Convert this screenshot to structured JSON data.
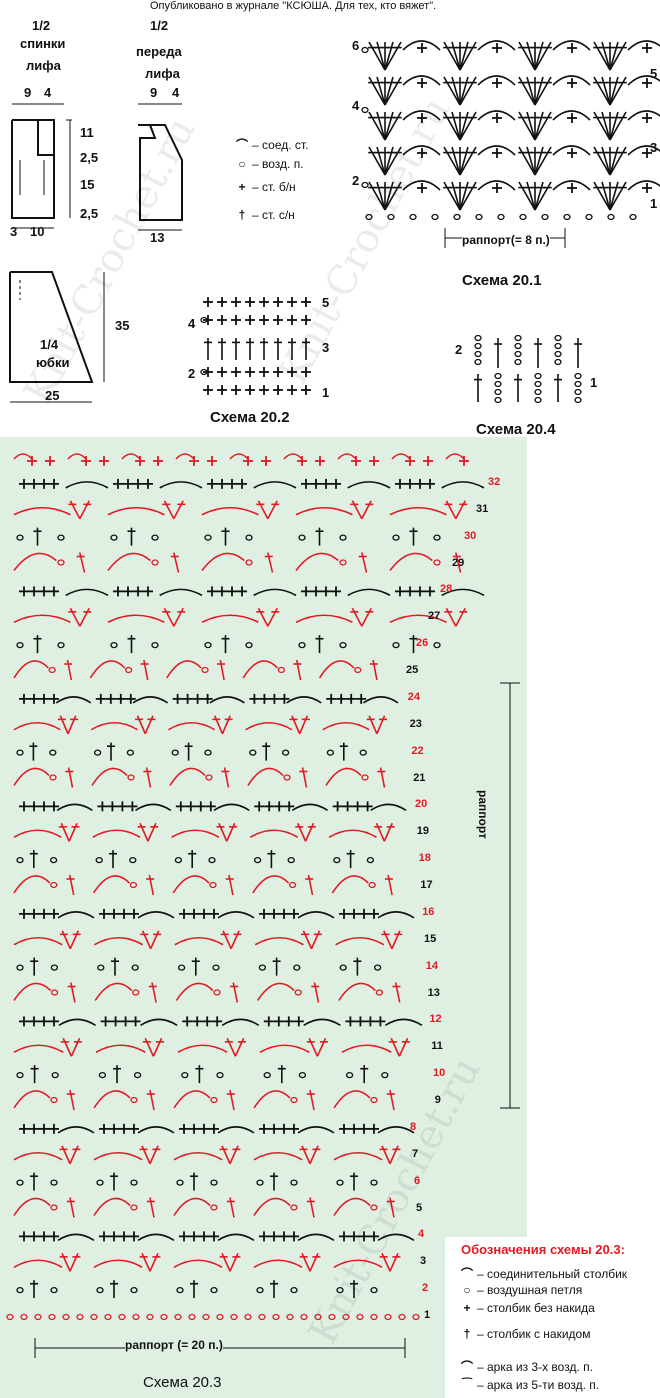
{
  "header": {
    "publication": "Опубликовано в журнале \"КСЮША. Для тех, кто вяжет\"."
  },
  "patterns": {
    "back": {
      "fraction": "1/2",
      "line1": "спинки",
      "line2": "лифа",
      "top_dims": [
        "9",
        "4"
      ],
      "side_dims": [
        "11",
        "2,5",
        "15",
        "2,5"
      ],
      "bottom_dims": [
        "3",
        "10"
      ]
    },
    "front": {
      "fraction": "1/2",
      "line1": "переда",
      "line2": "лифа",
      "top_dims": [
        "9",
        "4"
      ],
      "bottom_dims": [
        "13"
      ]
    },
    "skirt": {
      "fraction": "1/4",
      "line1": "юбки",
      "height": "35",
      "width": "25"
    }
  },
  "small_legend": [
    {
      "symbol": "⌒",
      "text": "– соед. ст."
    },
    {
      "symbol": "○",
      "text": "– возд. п."
    },
    {
      "symbol": "+",
      "text": "– ст. б/н"
    },
    {
      "symbol": "†",
      "text": "– ст. с/н"
    }
  ],
  "scheme_20_1": {
    "title": "Схема 20.1",
    "repeat": "раппорт(= 8 п.)",
    "row_numbers_left": [
      "6",
      "4",
      "2"
    ],
    "row_numbers_right": [
      "5",
      "3",
      "1"
    ]
  },
  "scheme_20_2": {
    "title": "Схема 20.2",
    "row_numbers_left": [
      "4",
      "2"
    ],
    "row_numbers_right": [
      "5",
      "3",
      "1"
    ]
  },
  "scheme_20_4": {
    "title": "Схема 20.4",
    "row_numbers_left": [
      "2"
    ],
    "row_numbers_right": [
      "1"
    ]
  },
  "scheme_20_3": {
    "title": "Схема 20.3",
    "repeat_bottom": "раппорт (= 20 п.)",
    "repeat_side": "раппорт",
    "rows": [
      "1",
      "2",
      "3",
      "4",
      "5",
      "6",
      "7",
      "8",
      "9",
      "10",
      "11",
      "12",
      "13",
      "14",
      "15",
      "16",
      "17",
      "18",
      "19",
      "20",
      "21",
      "22",
      "23",
      "24",
      "25",
      "26",
      "27",
      "28",
      "29",
      "30",
      "31",
      "32"
    ]
  },
  "legend_20_3": {
    "title": "Обозначения схемы 20.3:",
    "items": [
      {
        "symbol": "⌒",
        "text": "– соединительный столбик"
      },
      {
        "symbol": "○",
        "text": "– воздушная петля"
      },
      {
        "symbol": "+",
        "text": "– столбик без накида"
      },
      {
        "symbol": "†",
        "text": "– столбик с накидом"
      },
      {
        "symbol": "⌒",
        "text": "– арка из 3-х возд. п."
      },
      {
        "symbol": "⁀",
        "text": "– арка из 5-ти возд. п."
      }
    ]
  },
  "watermark": "Knit-Crochet.ru",
  "colors": {
    "panel": "#dff0e3",
    "accent_red": "#e01b24",
    "ink": "#111111"
  }
}
